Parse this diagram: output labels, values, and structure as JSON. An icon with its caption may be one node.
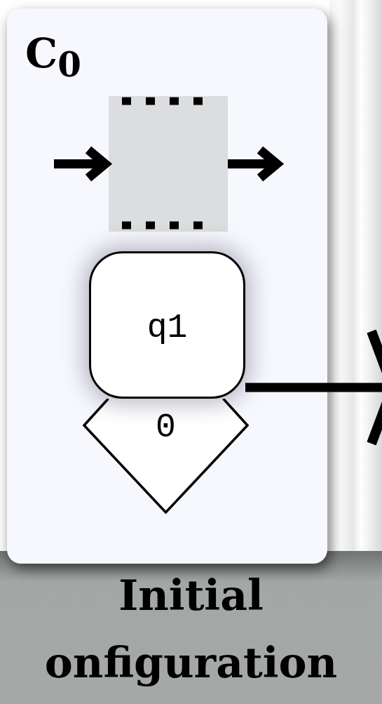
{
  "diagram": {
    "caption": "Initial onfiguration",
    "nodes": [
      {
        "text": [
          "C$_{0}$"
        ]
      },
      {
        "text": [],
        "shape": "box",
        "in": 0
      },
      {
        "text": [
          "q1"
        ],
        "in": 0
      },
      {
        "text": [
          "0"
        ],
        "in": 0
      }
    ],
    "edges": [
      {
        "from": null,
        "to": 1,
        "arrow": "to"
      },
      {
        "from": 1,
        "to": null,
        "arrow": "to"
      },
      {
        "from": 2,
        "to": null,
        "arrow": "to"
      }
    ]
  }
}
